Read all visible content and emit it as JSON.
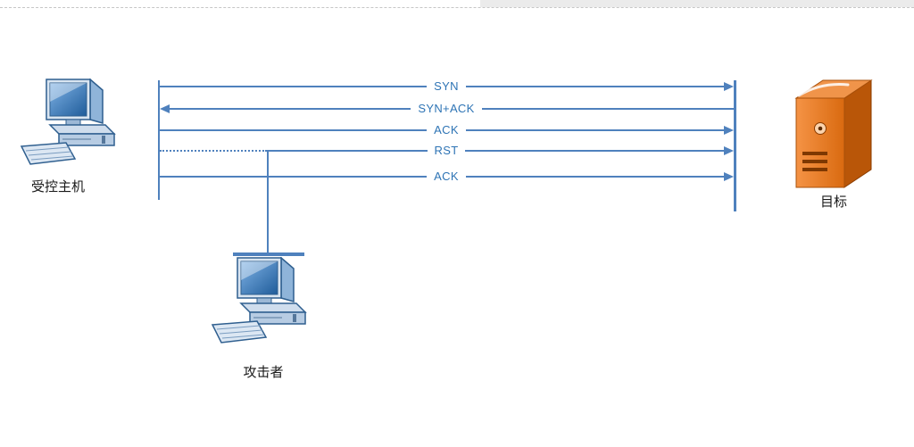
{
  "nodes": {
    "controlled_host": {
      "label": "受控主机",
      "icon": "desktop-computer-icon"
    },
    "attacker": {
      "label": "攻击者",
      "icon": "desktop-computer-icon"
    },
    "target": {
      "label": "目标",
      "icon": "server-icon"
    }
  },
  "messages": [
    {
      "label": "SYN",
      "from": "controlled_host",
      "to": "target",
      "direction": "right",
      "line": "solid"
    },
    {
      "label": "SYN+ACK",
      "from": "target",
      "to": "controlled_host",
      "direction": "left",
      "line": "solid"
    },
    {
      "label": "ACK",
      "from": "controlled_host",
      "to": "target",
      "direction": "right",
      "line": "solid"
    },
    {
      "label": "RST",
      "from": "attacker",
      "to": "target",
      "direction": "right",
      "line": "dotted-then-solid"
    },
    {
      "label": "ACK",
      "from": "controlled_host",
      "to": "target",
      "direction": "right",
      "line": "solid"
    }
  ],
  "colors": {
    "connector": "#4f81bd",
    "message_label": "#2e74b5",
    "server_front": "#ef8032",
    "server_side": "#b95608",
    "server_top": "#f0944a",
    "node_text": "#1a1a1a"
  }
}
